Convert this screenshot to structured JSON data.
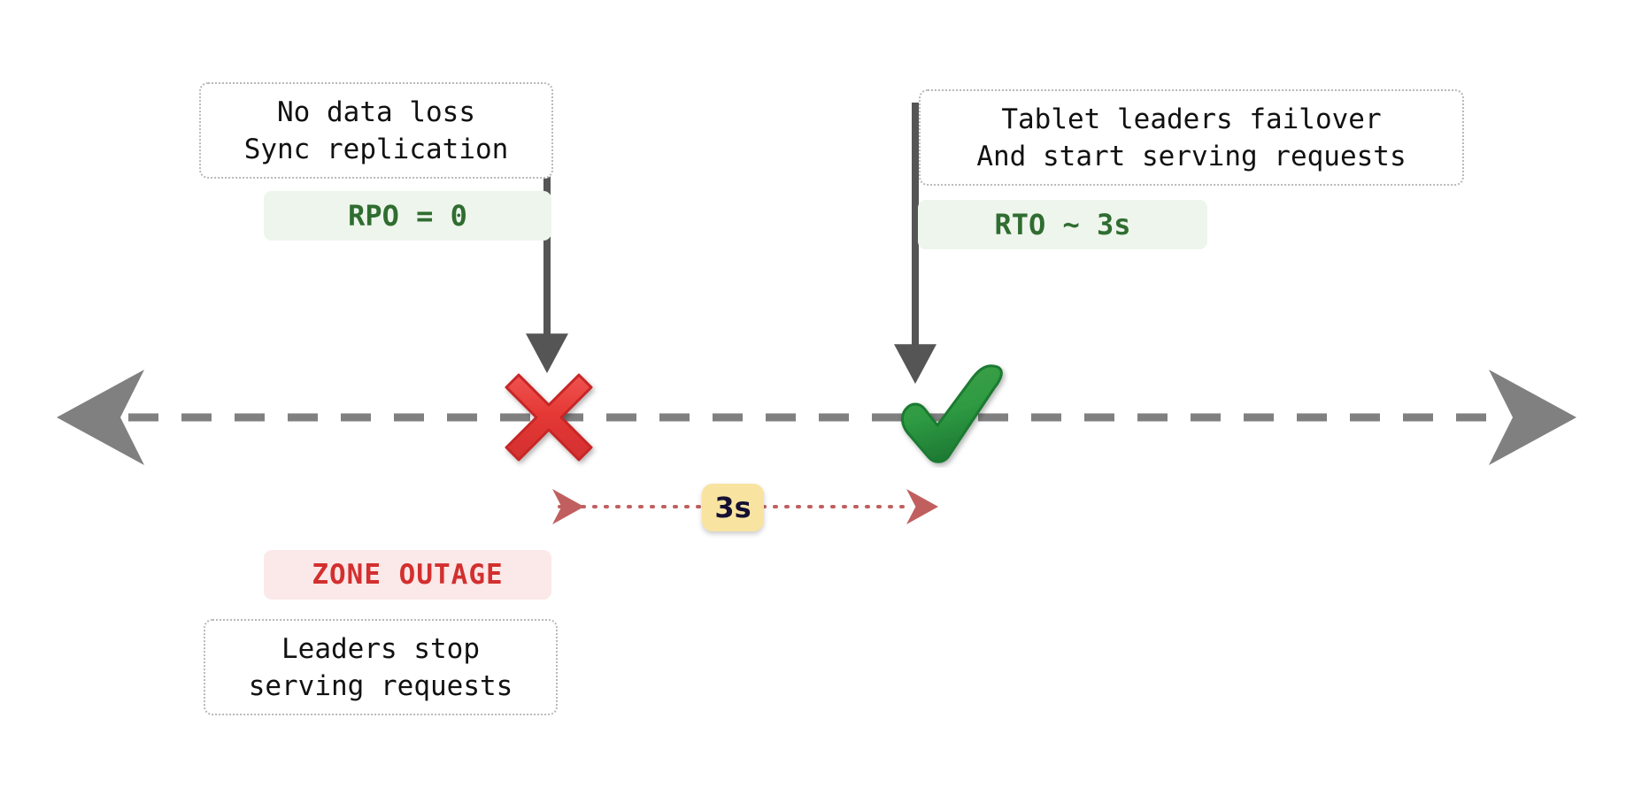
{
  "diagram": {
    "title_context": "RPO / RTO failover timeline",
    "colors": {
      "timeline": "#808080",
      "metric_text": "#2f6d30",
      "metric_bg": "#eef5ec",
      "outage_text": "#d32f2f",
      "outage_bg": "#fbe8e8",
      "badge_bg": "#f8e3a1",
      "badge_text": "#151033",
      "measure_arrow": "#c15f5f",
      "callout_arrow": "#555555",
      "note_border": "#b9b9b9",
      "fail_marker": "#d93025",
      "ok_marker": "#2ea14d"
    },
    "notes": [
      {
        "id": "no-data-loss",
        "lines": [
          "No data loss",
          "Sync replication"
        ]
      },
      {
        "id": "tablet-failover",
        "lines": [
          "Tablet leaders failover",
          "And start serving requests"
        ]
      },
      {
        "id": "leaders-stop",
        "lines": [
          "Leaders stop",
          "serving requests"
        ]
      }
    ],
    "metrics": [
      {
        "id": "rpo",
        "label": "RPO = 0"
      },
      {
        "id": "rto",
        "label": "RTO ~ 3s"
      }
    ],
    "outage": {
      "label": "ZONE OUTAGE"
    },
    "markers": [
      {
        "id": "failure",
        "glyph": "❌",
        "icon_name": "cross-mark-icon"
      },
      {
        "id": "recovery",
        "glyph": "✔",
        "icon_name": "check-mark-icon"
      }
    ],
    "duration": {
      "value": "3s"
    },
    "timeline": {
      "left_arrow": "◀",
      "right_arrow": "▶",
      "style": "dashed"
    }
  }
}
